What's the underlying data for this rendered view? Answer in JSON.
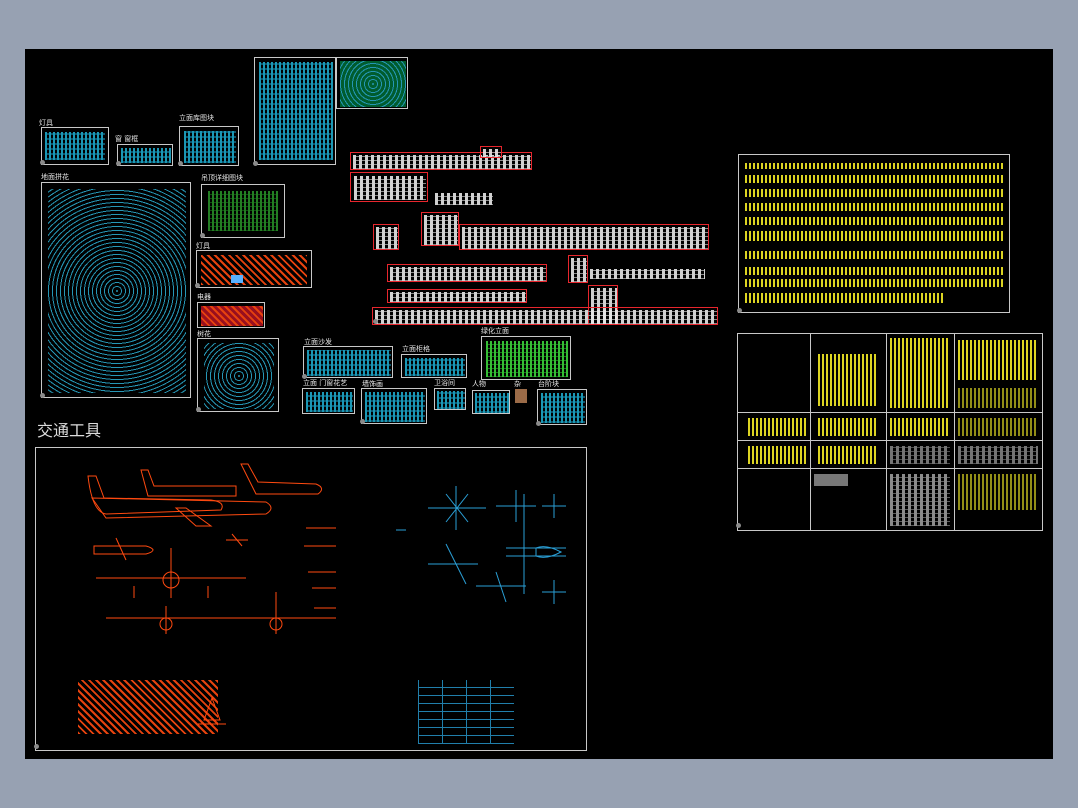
{
  "window": {
    "background": "#97a1b2",
    "canvas_color": "#000000"
  },
  "labels": {
    "lamps_top": "灯具",
    "lattice": "窗 窗框",
    "elevation_blocks": "立面库图块",
    "floor_patterns": "地面拼花",
    "ceiling_blocks": "吊顶详细图块",
    "lights": "灯具",
    "appliances": "电器",
    "shrubs": "树花",
    "elevation_sofa": "立面沙发",
    "elevation_cabinet": "立面柜格",
    "green_elevation": "绿化立面",
    "elevation_doors": "立面 门窗花艺",
    "wall_deco": "墙饰画",
    "bathroom": "卫浴间",
    "people": "人物",
    "misc": "杂",
    "stairs": "台阶块",
    "vehicles_heading": "交通工具"
  },
  "colors": {
    "aircraft_side": "#ff4a10",
    "aircraft_top": "#2a9fd6",
    "frame_red": "#e8262d",
    "yellow_blocks": "#f4ec26"
  }
}
